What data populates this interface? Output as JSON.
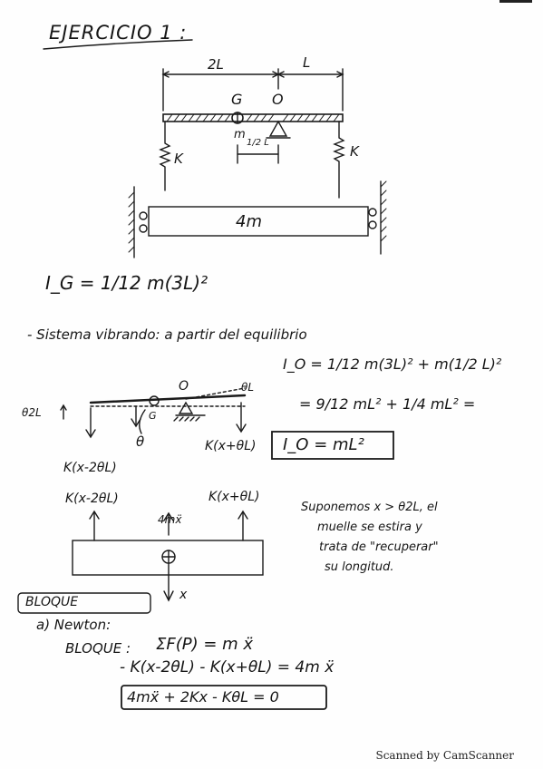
{
  "title": "EJERCICIO 1 :",
  "diagram1": {
    "dim_left": "2L",
    "dim_right": "L",
    "label_G": "G",
    "label_O": "O",
    "label_m": "m",
    "dim_small": "1/2 L",
    "spring_left": "K",
    "spring_right": "K",
    "block_label": "4m"
  },
  "inertia_G": "I_G = 1/12 m(3L)²",
  "section_heading": "- Sistema vibrando: a partir del equilibrio",
  "inertia_O": {
    "line1": "I_O = 1/12 m(3L)² + m(1/2 L)²",
    "line2": "= 9/12 mL² + 1/4 mL² =",
    "boxed": "I_O = mL²"
  },
  "diagram2": {
    "theta_left": "θ2L",
    "theta_right": "θL",
    "label_O": "O",
    "label_G": "G",
    "theta": "θ",
    "force_left": "K(x-2θL)",
    "force_right": "K(x+θL)"
  },
  "diagram3": {
    "force_left": "K(x-2θL)",
    "force_right": "K(x+θL)",
    "inertia": "4mẍ",
    "x_label": "x"
  },
  "note": {
    "line1": "Suponemos x > θ2L, el",
    "line2": "muelle se estira y",
    "line3": "trata de \"recuperar\"",
    "line4": "su longitud."
  },
  "bloque_heading": "BLOQUE",
  "newton_heading": "a) Newton:",
  "equations": {
    "label": "BLOQUE :",
    "eq1": "ΣF(P) = m ẍ",
    "eq2": "- K(x-2θL) - K(x+θL) = 4m ẍ",
    "eq3_boxed": "4mẍ + 2Kx - KθL = 0"
  },
  "footer": "Scanned by CamScanner"
}
